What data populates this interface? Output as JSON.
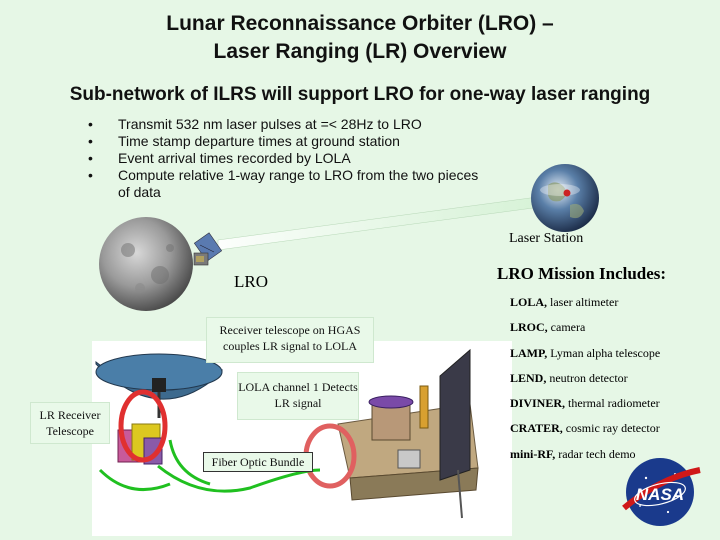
{
  "title": {
    "line1": "Lunar Reconnaissance Orbiter (LRO) –",
    "line2": "Laser Ranging (LR) Overview"
  },
  "subtitle": "Sub-network of ILRS will support LRO for one-way laser ranging",
  "bullets": [
    "Transmit 532 nm laser pulses at =< 28Hz to LRO",
    "Time stamp departure times at ground station",
    "Event arrival times recorded by LOLA",
    "Compute relative 1-way range to LRO from the two pieces of data"
  ],
  "diagram": {
    "laser_station": "Laser Station",
    "lro": "LRO"
  },
  "mission": {
    "heading": "LRO Mission Includes:",
    "items": [
      {
        "name": "LOLA,",
        "desc": " laser altimeter"
      },
      {
        "name": "LROC,",
        "desc": " camera"
      },
      {
        "name": "LAMP,",
        "desc": " Lyman alpha telescope"
      },
      {
        "name": "LEND,",
        "desc": " neutron detector"
      },
      {
        "name": "DIVINER,",
        "desc": " thermal radiometer"
      },
      {
        "name": "CRATER,",
        "desc": " cosmic ray detector"
      },
      {
        "name": "mini-RF,",
        "desc": " radar tech demo"
      }
    ]
  },
  "callouts": {
    "hgas": "Receiver telescope on HGAS couples LR signal to LOLA",
    "lola": "LOLA channel 1 Detects LR signal",
    "lr_receiver": "LR Receiver Telescope",
    "fiber": "Fiber Optic Bundle"
  },
  "logo_text": "NASA"
}
